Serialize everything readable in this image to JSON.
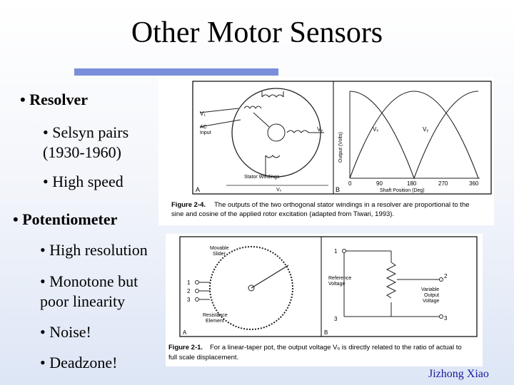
{
  "slide": {
    "title": "Other Motor Sensors",
    "author": "Jizhong Xiao",
    "bullets": {
      "resolver": "• Resolver",
      "selsyn_1": "• Selsyn pairs",
      "selsyn_2": "(1930-1960)",
      "high_speed": "• High speed",
      "potentiometer": "• Potentiometer",
      "high_resolution": "• High resolution",
      "monotone_1": "• Monotone but",
      "monotone_2": "poor linearity",
      "noise": "• Noise!",
      "deadzone": "• Deadzone!"
    }
  },
  "figure_resolver": {
    "caption_bold": "Figure 2-4.",
    "caption_1": "The outputs of the two orthogonal stator windings in a resolver are proportional to the",
    "caption_2": "sine and cosine of the applied rotor excitation (adapted from Tiwari, 1993).",
    "label_v1": "V₁",
    "label_ac": "AC",
    "label_input": "Input",
    "label_vy_right": "Vᵧ",
    "label_stator": "Stator Windings",
    "label_vx_bottom": "Vₓ",
    "label_a": "A",
    "label_b": "B",
    "axis_ylabel": "Output (Volts)",
    "axis_xlabel": "Shaft Position (Deg)",
    "ticks": [
      "0",
      "90",
      "180",
      "270",
      "360"
    ],
    "curve_vx": "Vₓ",
    "curve_vy": "Vᵧ"
  },
  "figure_pot": {
    "caption_bold": "Figure 2-1.",
    "caption_1": "For a linear-taper pot, the output voltage Vₒ is directly related to the ratio of actual to",
    "caption_2": "full scale displacement.",
    "label_movable_1": "Movable",
    "label_movable_2": "Slider",
    "label_resistance_1": "Resistance",
    "label_resistance_2": "Element",
    "pins_left": [
      "1",
      "2",
      "3"
    ],
    "label_ref_1": "Reference",
    "label_ref_2": "Voltage",
    "label_var_1": "Variable",
    "label_var_2": "Output",
    "label_var_3": "Voltage",
    "pin_top": "1",
    "pin_right": "2",
    "pin_bottom": "3",
    "pin_bottom_right": "3",
    "label_a": "A",
    "label_b": "B"
  }
}
